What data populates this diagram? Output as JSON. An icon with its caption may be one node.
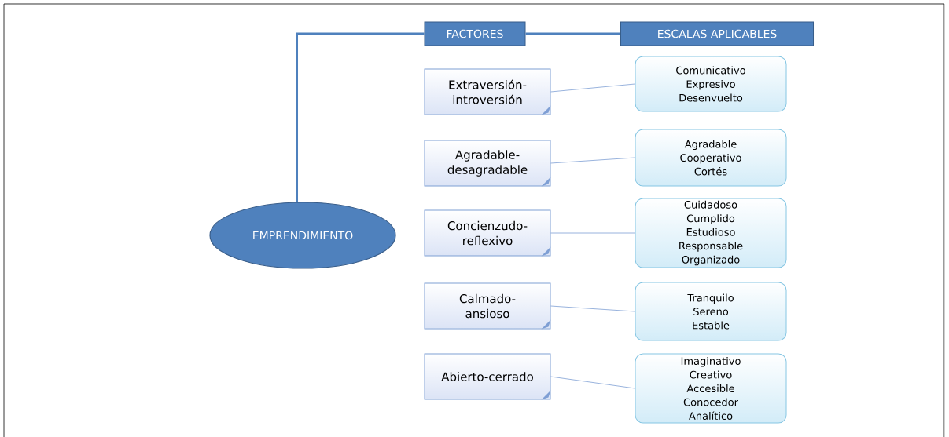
{
  "diagram": {
    "nodes": [
      {
        "text": [
          "EMPRENDIMIENTO"
        ]
      },
      {
        "text": [
          "FACTORES"
        ]
      },
      {
        "text": [
          "ESCALAS APLICABLES"
        ]
      },
      {
        "text": [
          "Extraversión-introversión"
        ]
      },
      {
        "text": [
          "Comunicativo",
          "Expresivo",
          "Desenvuelto"
        ]
      },
      {
        "text": [
          "Agradable-desagradable"
        ]
      },
      {
        "text": [
          "Agradable",
          "Cooperativo",
          "Cortés"
        ]
      },
      {
        "text": [
          "Concienzudo-reflexivo"
        ]
      },
      {
        "text": [
          "Cuidadoso",
          "Cumplido",
          "Estudioso",
          "Responsable",
          "Organizado"
        ]
      },
      {
        "text": [
          "Calmado-ansioso"
        ]
      },
      {
        "text": [
          "Tranquilo",
          "Sereno",
          "Estable"
        ]
      },
      {
        "text": [
          "Abierto-cerrado"
        ]
      },
      {
        "text": [
          "Imaginativo",
          "Creativo",
          "Accesible",
          "Conocedor",
          "Analítico"
        ]
      }
    ],
    "edges": [
      {
        "from": 0,
        "to": 1,
        "arrow": "none",
        "style": "thick"
      },
      {
        "from": 1,
        "to": 2,
        "arrow": "none",
        "style": "thick"
      },
      {
        "from": 3,
        "to": 4,
        "arrow": "none"
      },
      {
        "from": 5,
        "to": 6,
        "arrow": "none"
      },
      {
        "from": 7,
        "to": 8,
        "arrow": "none"
      },
      {
        "from": 9,
        "to": 10,
        "arrow": "none"
      },
      {
        "from": 11,
        "to": 12,
        "arrow": "none"
      }
    ]
  }
}
